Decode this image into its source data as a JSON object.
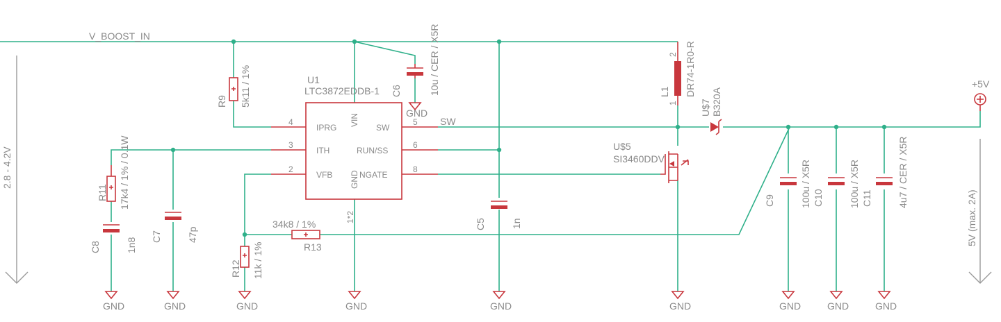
{
  "net_labels": {
    "v_boost_in": "V_BOOST_IN",
    "sw": "SW",
    "gnd": "GND",
    "plus5v": "+5V",
    "input_range": "2.8 - 4.2V",
    "output_rating": "5V (max. 2A)"
  },
  "ic": {
    "name": "U1",
    "value": "LTC3872EDDB-1",
    "pins": {
      "ipr": "IPRG",
      "ith": "ITH",
      "vfb": "VFB",
      "vin": "VIN",
      "sw": "SW",
      "run": "RUN/SS",
      "ngate": "NGATE",
      "gnd": "GND"
    },
    "pin_numbers": {
      "p4": "4",
      "p3": "3",
      "p2": "2",
      "p5": "5",
      "p6": "6",
      "p8": "8",
      "p1": "1*2"
    }
  },
  "components": {
    "r9": {
      "name": "R9",
      "value": "5k11 / 1%"
    },
    "r11": {
      "name": "R11",
      "value": "17k4 / 1% / 0.1W"
    },
    "r12": {
      "name": "R12",
      "value": "11k / 1%"
    },
    "r13": {
      "name": "R13",
      "value": "34k8 / 1%"
    },
    "c5": {
      "name": "C5",
      "value": "1n"
    },
    "c6": {
      "name": "C6",
      "value": "10u / CER / X5R"
    },
    "c7": {
      "name": "C7",
      "value": "47p"
    },
    "c8": {
      "name": "C8",
      "value": "1n8"
    },
    "c9": {
      "name": "C9",
      "value": "100u / X5R"
    },
    "c10": {
      "name": "C10",
      "value": "100u / X5R"
    },
    "c11": {
      "name": "C11",
      "value": "4u7 / CER / X5R"
    },
    "l1": {
      "name": "L1",
      "value": "DR74-1R0-R",
      "pin1": "1",
      "pin2": "2"
    },
    "u5": {
      "name": "U$5",
      "value": "SI3460DDV"
    },
    "u7": {
      "name": "U$7",
      "value": "B320A"
    }
  },
  "colors": {
    "wire": "#2fb08a",
    "symbol": "#c8373d",
    "text": "#8a8a8a"
  }
}
